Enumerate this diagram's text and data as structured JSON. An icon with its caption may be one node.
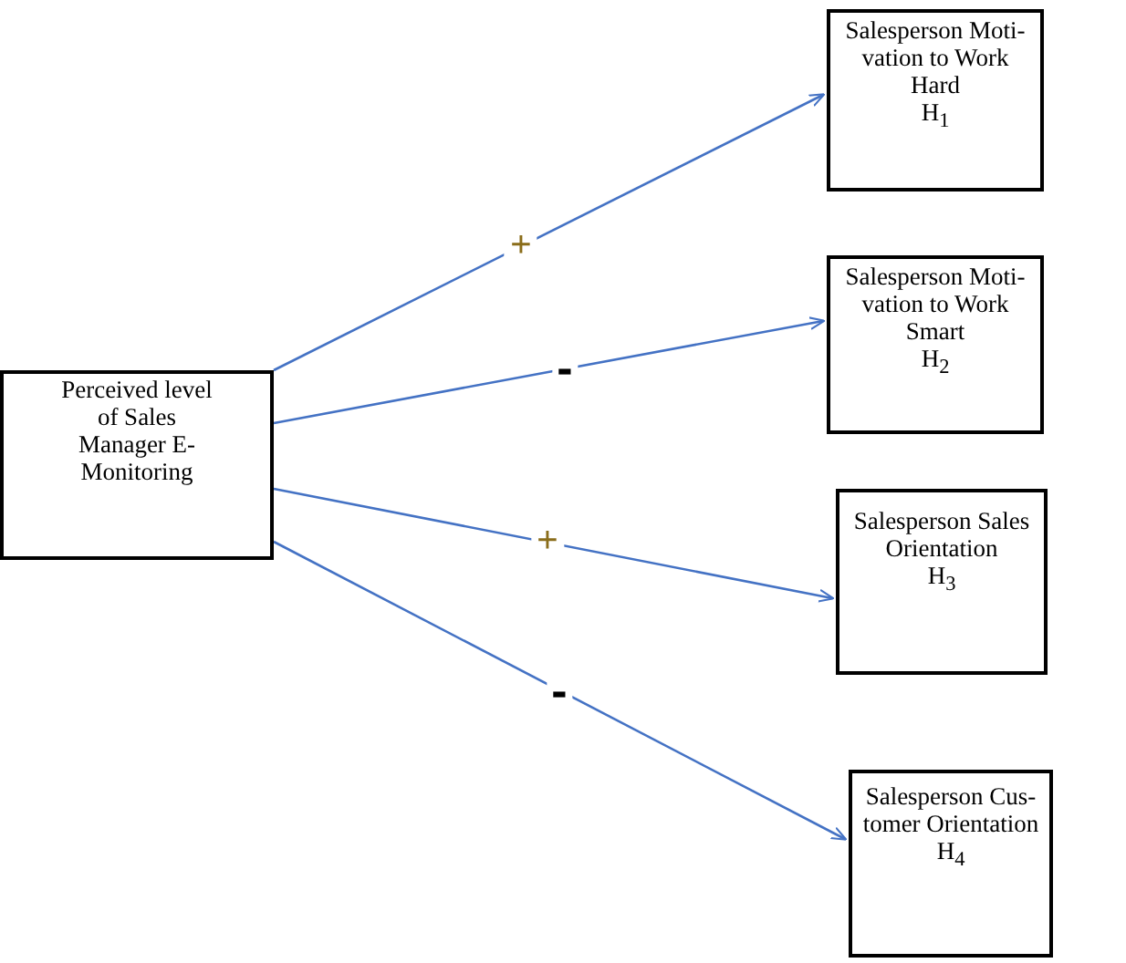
{
  "diagram": {
    "nodes": [
      {
        "text": [
          "Perceived level of Sales Manager E-Monitoring"
        ]
      },
      {
        "text": [
          "Salesperson Moti- vation to Work Hard",
          "H$_{1}$"
        ]
      },
      {
        "text": [
          "Salesperson Moti- vation to Work Smart",
          "H$_{2}$"
        ]
      },
      {
        "text": [
          "Salesperson Sales Orientation",
          "H$_{3}$"
        ]
      },
      {
        "text": [
          "Salesperson Cus- tomer Orientation",
          "H$_{4}$"
        ]
      }
    ],
    "edges": [
      {
        "from": 0,
        "to": 1,
        "arrow": "to",
        "label": "+"
      },
      {
        "from": 0,
        "to": 2,
        "arrow": "to",
        "label": "-"
      },
      {
        "from": 0,
        "to": 3,
        "arrow": "to",
        "label": "+"
      },
      {
        "from": 0,
        "to": 4,
        "arrow": "to",
        "label": "-"
      }
    ]
  }
}
